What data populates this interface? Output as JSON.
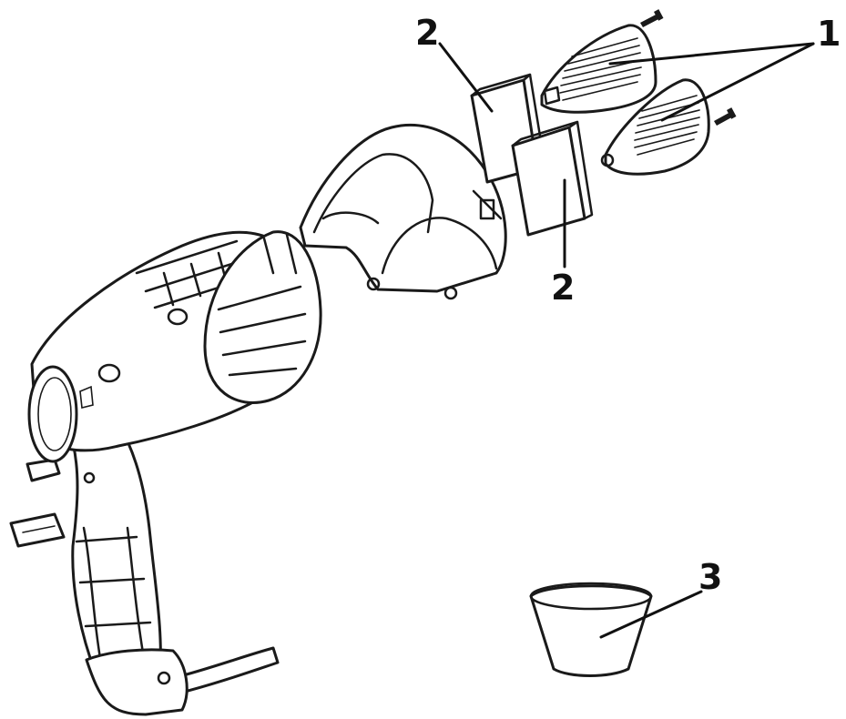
{
  "callouts": {
    "filter_covers": "1",
    "filter_pads_top": "2",
    "filter_pads_bottom": "2",
    "cup": "3"
  },
  "colors": {
    "line": "#1a1a1a",
    "background": "#ffffff"
  }
}
